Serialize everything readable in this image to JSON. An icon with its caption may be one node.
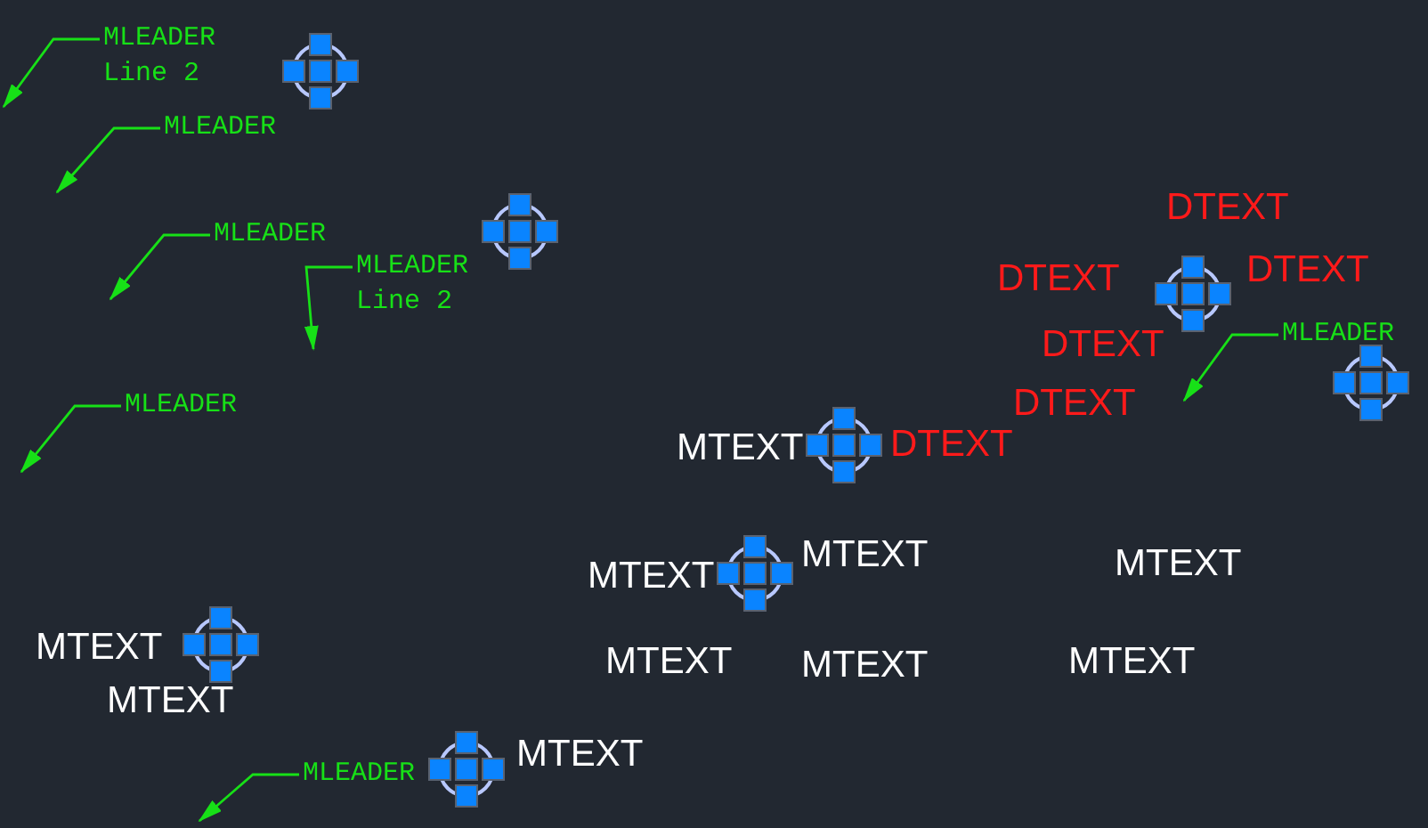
{
  "diagram": {
    "nodes": [
      {
        "text": [
          "MLEADER Line 2"
        ]
      },
      {
        "text": [
          "MLEADER"
        ]
      },
      {
        "text": [
          "MLEADER"
        ]
      },
      {
        "text": [
          "MLEADER Line 2"
        ]
      },
      {
        "text": [
          "MLEADER"
        ]
      },
      {
        "text": [
          "MLEADER"
        ]
      },
      {
        "text": [
          "MLEADER"
        ]
      }
    ],
    "edges": [
      {
        "from": 0,
        "to": null,
        "arrow": "to"
      },
      {
        "from": 1,
        "to": null,
        "arrow": "to"
      },
      {
        "from": 2,
        "to": null,
        "arrow": "to"
      },
      {
        "from": 3,
        "to": null,
        "arrow": "to"
      },
      {
        "from": 4,
        "to": null,
        "arrow": "to"
      },
      {
        "from": 5,
        "to": null,
        "arrow": "to"
      },
      {
        "from": 6,
        "to": null,
        "arrow": "to"
      }
    ],
    "labels": [
      "DTEXT",
      "DTEXT",
      "DTEXT",
      "DTEXT",
      "DTEXT",
      "MTEXT",
      "DTEXT",
      "MTEXT",
      "MTEXT",
      "MTEXT",
      "MTEXT",
      "MTEXT",
      "MTEXT",
      "MTEXT",
      "MTEXT",
      "MTEXT"
    ]
  }
}
